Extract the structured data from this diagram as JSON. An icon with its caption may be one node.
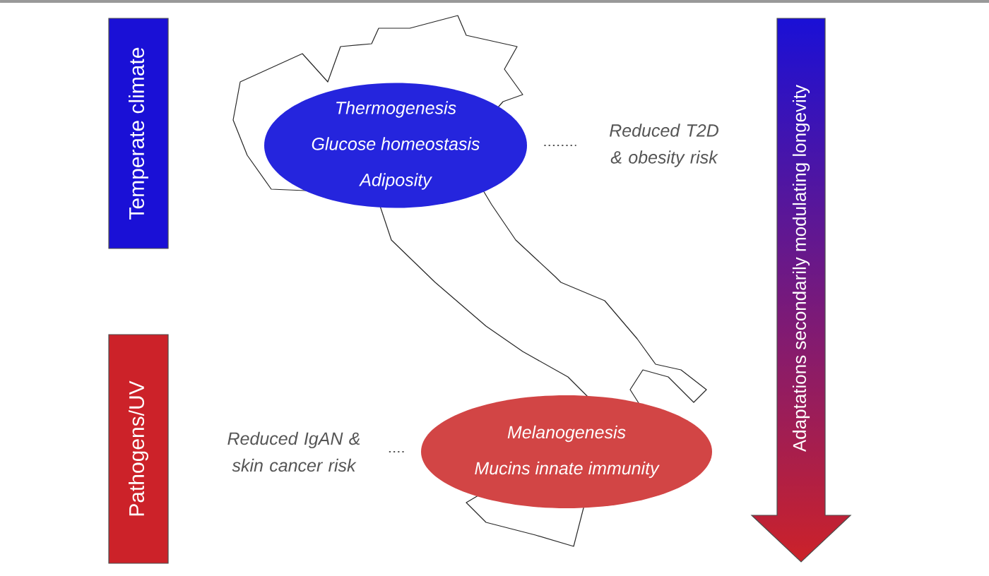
{
  "diagram": {
    "nodes": [
      {
        "text": [
          "Temperate climate"
        ]
      },
      {
        "text": [
          "Pathogens/UV"
        ]
      },
      {
        "text": [
          "Thermogenesis",
          "Glucose homeostasis",
          "Adiposity"
        ]
      },
      {
        "text": [
          "Reduced T2D & obesity risk"
        ]
      },
      {
        "text": [
          "Melanogenesis",
          "Mucins innate immunity"
        ]
      },
      {
        "text": [
          "Reduced IgAN & skin cancer risk"
        ]
      },
      {
        "text": [
          "Adaptations secondarily modulating longevity"
        ]
      }
    ],
    "edges": [
      {
        "from": 2,
        "to": 3,
        "arrow": "none",
        "style": "dashed"
      },
      {
        "from": 4,
        "to": 5,
        "arrow": "none",
        "style": "dashed"
      }
    ]
  }
}
